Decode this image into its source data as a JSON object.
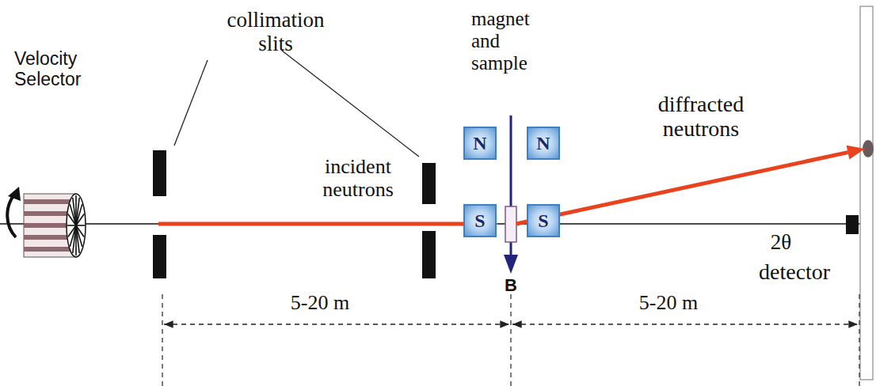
{
  "diagram": {
    "nodes": [
      {
        "text": [
          "N"
        ]
      },
      {
        "text": [
          "N"
        ]
      },
      {
        "text": [
          "S"
        ]
      },
      {
        "text": [
          "S"
        ]
      }
    ],
    "labels": [
      "Velocity Selector",
      "collimation slits",
      "incident neutrons",
      "magnet and sample",
      "diffracted neutrons",
      "B",
      "2θ",
      "detector",
      "5-20 m",
      "5-20 m"
    ]
  }
}
